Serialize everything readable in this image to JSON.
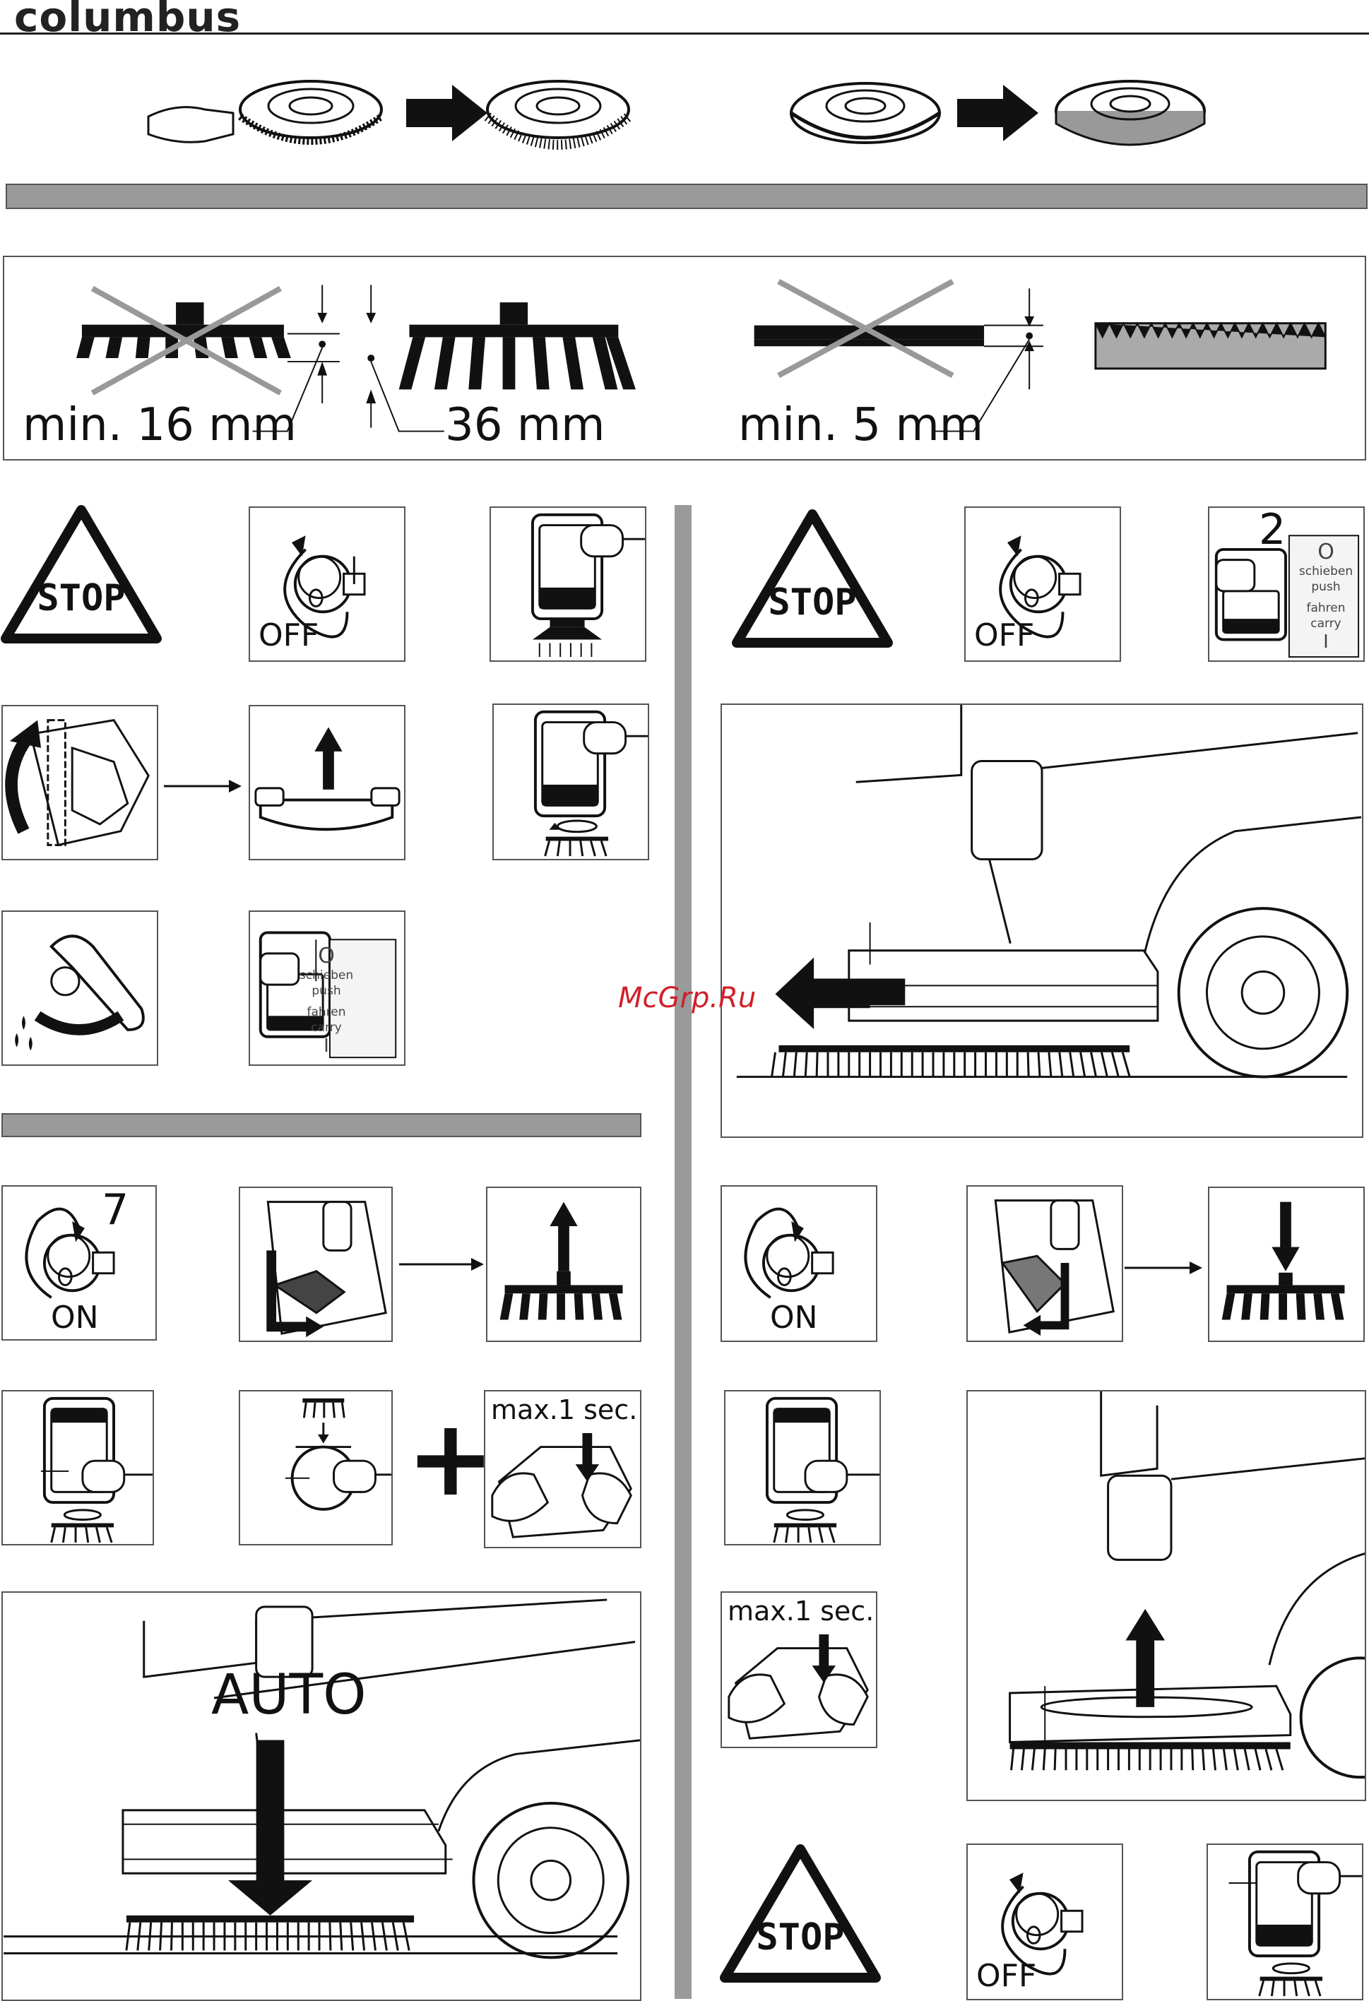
{
  "header": {
    "brand": "columbus"
  },
  "measurements": {
    "brush_min": "min. 16 mm",
    "brush_new": "36 mm",
    "pad_min": "min. 5 mm"
  },
  "labels": {
    "stop": "STOP",
    "off": "OFF",
    "on": "ON",
    "auto": "AUTO",
    "max_sec": "max.1 sec.",
    "step7": "7",
    "step2": "2",
    "switch_o": "O",
    "switch_schieben": "schieben",
    "switch_push": "push",
    "switch_fahren": "fahren",
    "switch_carry": "carry",
    "switch_i": "I",
    "plus": "+"
  },
  "watermark": "McGrp.Ru",
  "colors": {
    "bar": "#9a9a9a",
    "line": "#111111",
    "cross": "#9a9a9a",
    "watermark": "#d0202a"
  }
}
